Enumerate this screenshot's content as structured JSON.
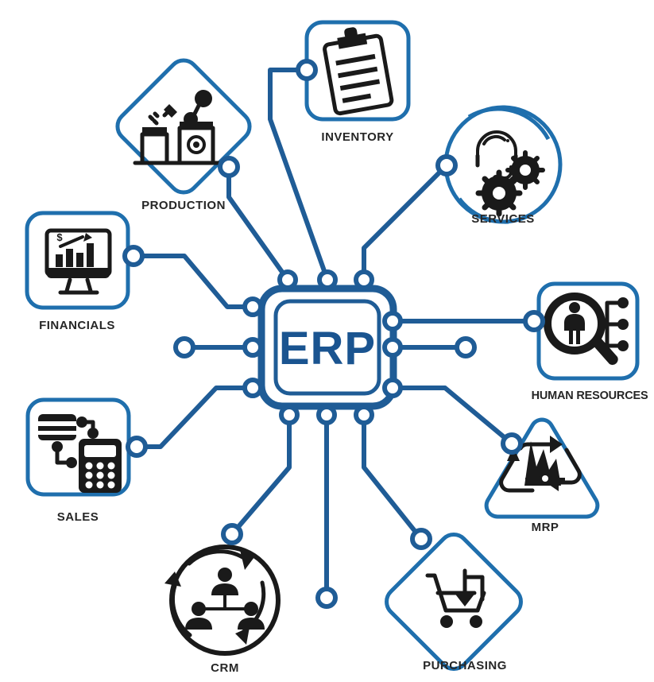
{
  "diagram": {
    "title": "ERP",
    "center": {
      "label": "ERP",
      "shape": "microchip",
      "color": "#1a5490"
    },
    "accent_color": "#1f5c96",
    "node_border_color": "#1f6fad",
    "glyph_color": "#1a1a1a",
    "background": "#ffffff",
    "nodes": [
      {
        "id": "production",
        "label": "PRODUCTION",
        "shape": "diamond",
        "icon": "robot-arm-icon"
      },
      {
        "id": "inventory",
        "label": "INVENTORY",
        "shape": "rounded-square",
        "icon": "clipboard-icon"
      },
      {
        "id": "services",
        "label": "SERVICES",
        "shape": "circle",
        "icon": "headset-gears-icon"
      },
      {
        "id": "financials",
        "label": "FINANCIALS",
        "shape": "rounded-square",
        "icon": "monitor-chart-icon"
      },
      {
        "id": "human-resources",
        "label": "HUMAN RESOURCES",
        "shape": "rounded-square",
        "icon": "magnifier-person-icon"
      },
      {
        "id": "sales",
        "label": "SALES",
        "shape": "rounded-square",
        "icon": "card-calculator-icon"
      },
      {
        "id": "mrp",
        "label": "MRP",
        "shape": "triangle",
        "icon": "factory-recycle-icon"
      },
      {
        "id": "crm",
        "label": "CRM",
        "shape": "circle",
        "icon": "people-cycle-icon"
      },
      {
        "id": "purchasing",
        "label": "PURCHASING",
        "shape": "diamond",
        "icon": "shopping-cart-icon"
      }
    ]
  }
}
